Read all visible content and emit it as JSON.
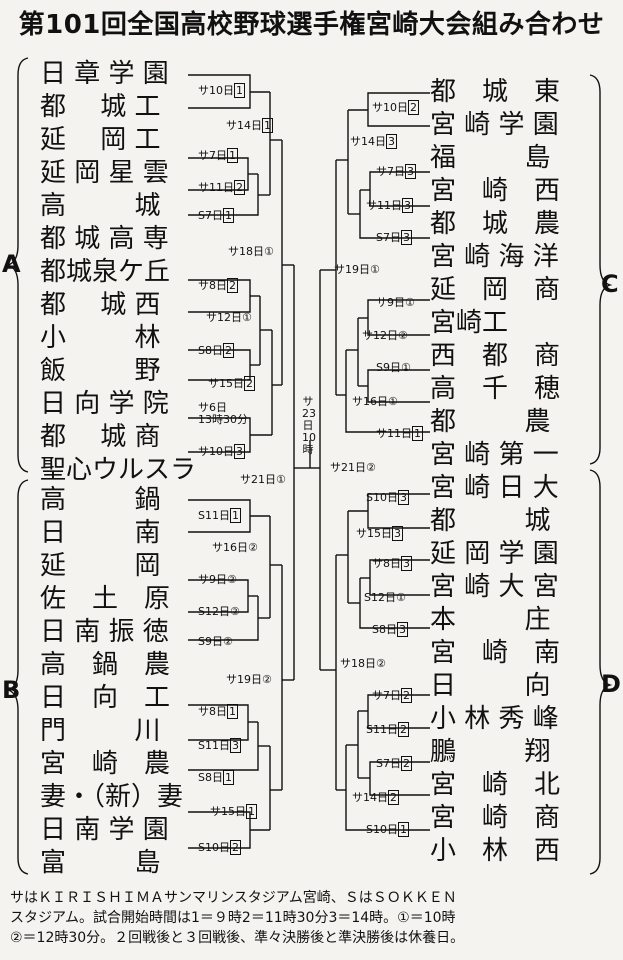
{
  "title": "第101回全国高校野球選手権宮崎大会組み合わせ",
  "groups": {
    "a": "A",
    "b": "B",
    "c": "C",
    "d": "D"
  },
  "left_teams": [
    "日 章 学 園",
    "都　 城 工",
    "延　 岡 工",
    "延 岡 星 雲",
    "高　 　 城",
    "都 城 高 専",
    "都城泉ケ丘",
    "都　 城 西",
    "小　 　 林",
    "飯　 　 野",
    "日 向 学 院",
    "都　 城 商",
    "聖心ウルスラ",
    "高　 　 鍋",
    "日　 　 南",
    "延　 　 岡",
    "佐　土　原",
    "日 南 振 徳",
    "高　鍋　農",
    "日　向　工",
    "門　 　 川",
    "宮　崎　農",
    "妻・（新）妻",
    "日 南 学 園",
    "富　 　 島"
  ],
  "right_teams": [
    "都　城　東",
    "宮 崎 学 園",
    "福　 　 島",
    "宮　崎　西",
    "都　城　農",
    "宮 崎 海 洋",
    "延　岡　商",
    "宮崎工",
    "西　都　商",
    "高　千　穂",
    "都　 　 農",
    "宮 崎 第 一",
    "宮 崎 日 大",
    "都　 　 城",
    "延 岡 学 園",
    "宮 崎 大 宮",
    "本　 　 庄",
    "宮　崎　南",
    "日　 　 向",
    "小 林 秀 峰",
    "鵬　 　 翔",
    "宮　崎　北",
    "宮　崎　商",
    "小　林　西"
  ],
  "left_slots": {
    "s1": "サ10日",
    "s1n": "1",
    "s2": "サ14日",
    "s2n": "1",
    "s3": "サ7日",
    "s3n": "1",
    "s4": "サ11日",
    "s4n": "2",
    "s5": "S7日",
    "s5n": "1",
    "s6": "サ18日①",
    "s7": "サ8日",
    "s7n": "2",
    "s8": "サ12日①",
    "s9": "S8日",
    "s9n": "2",
    "s10": "サ15日",
    "s10n": "2",
    "s11a": "サ6日",
    "s11b": "13時30分",
    "s12": "サ10日",
    "s12n": "3",
    "s13": "サ21日①",
    "s14": "S11日",
    "s14n": "1",
    "s15": "サ16日②",
    "s16": "サ9日②",
    "s17": "S12日②",
    "s18": "S9日②",
    "s19": "サ19日②",
    "s20": "サ8日",
    "s20n": "1",
    "s21": "S11日",
    "s21n": "3",
    "s22": "S8日",
    "s22n": "1",
    "s23": "サ15日",
    "s23n": "1",
    "s24": "S10日",
    "s24n": "2"
  },
  "right_slots": {
    "r1": "サ10日",
    "r1n": "2",
    "r2": "サ14日",
    "r2n": "3",
    "r3": "サ7日",
    "r3n": "3",
    "r4": "サ11日",
    "r4n": "3",
    "r5": "S7日",
    "r5n": "3",
    "r6": "サ19日①",
    "r7": "サ9日①",
    "r8": "サ12日②",
    "r9": "S9日①",
    "r10": "サ16日①",
    "r11": "サ11日",
    "r11n": "1",
    "r12": "サ21日②",
    "r13": "S10日",
    "r13n": "3",
    "r14": "サ15日",
    "r14n": "3",
    "r15": "サ8日",
    "r15n": "3",
    "r16": "S12日①",
    "r17": "S8日",
    "r17n": "3",
    "r18": "サ18日②",
    "r19": "サ7日",
    "r19n": "2",
    "r20": "S11日",
    "r20n": "2",
    "r21": "S7日",
    "r21n": "2",
    "r22": "サ14日",
    "r22n": "2",
    "r23": "S10日",
    "r23n": "1"
  },
  "final": "サ23日10時",
  "footer": [
    "サはＫＩＲＩＳＨＩＭＡサンマリンスタジアム宮崎、ＳはＳＯＫＫＥＮ",
    "スタジアム。試合開始時間は1＝９時2＝11時30分3＝14時。①＝10時",
    "②＝12時30分。２回戦後と３回戦後、準々決勝後と準決勝後は休養日。"
  ]
}
